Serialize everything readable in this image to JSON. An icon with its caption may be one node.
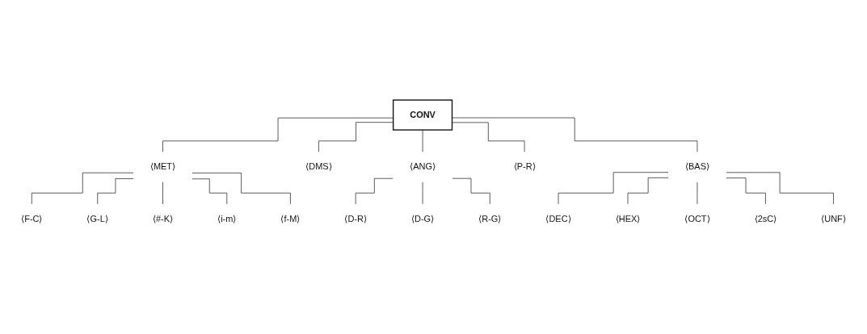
{
  "diagram": {
    "nodes": [
      {
        "text": [
          "CONV"
        ]
      },
      {
        "text": [
          "⟨MET⟩"
        ]
      },
      {
        "text": [
          "⟨DMS⟩"
        ]
      },
      {
        "text": [
          "⟨ANG⟩"
        ]
      },
      {
        "text": [
          "⟨P-R⟩"
        ]
      },
      {
        "text": [
          "⟨BAS⟩"
        ]
      },
      {
        "text": [
          "⟨D-R⟩"
        ]
      },
      {
        "text": [
          "⟨D-G⟩"
        ]
      },
      {
        "text": [
          "⟨R-G⟩"
        ]
      },
      {
        "text": [
          "⟨F-C⟩"
        ]
      },
      {
        "text": [
          "⟨G-L⟩"
        ]
      },
      {
        "text": [
          "⟨#-K⟩"
        ]
      },
      {
        "text": [
          "⟨i-m⟩"
        ]
      },
      {
        "text": [
          "⟨f-M⟩"
        ]
      },
      {
        "text": [
          "⟨DEC⟩"
        ]
      },
      {
        "text": [
          "⟨HEX⟩"
        ]
      },
      {
        "text": [
          "⟨OCT⟩"
        ]
      },
      {
        "text": [
          "⟨2sC⟩"
        ]
      },
      {
        "text": [
          "⟨UNF⟩"
        ]
      }
    ],
    "edges": [
      {
        "from": 0,
        "to": 1,
        "arrow": "none"
      },
      {
        "from": 0,
        "to": 2,
        "arrow": "none"
      },
      {
        "from": 0,
        "to": 3,
        "arrow": "none"
      },
      {
        "from": 0,
        "to": 4,
        "arrow": "none"
      },
      {
        "from": 0,
        "to": 5,
        "arrow": "none"
      },
      {
        "from": 3,
        "to": 6,
        "arrow": "none"
      },
      {
        "from": 3,
        "to": 7,
        "arrow": "none"
      },
      {
        "from": 3,
        "to": 8,
        "arrow": "none"
      },
      {
        "from": 1,
        "to": 9,
        "arrow": "none"
      },
      {
        "from": 1,
        "to": 10,
        "arrow": "none"
      },
      {
        "from": 1,
        "to": 11,
        "arrow": "none"
      },
      {
        "from": 1,
        "to": 12,
        "arrow": "none"
      },
      {
        "from": 1,
        "to": 13,
        "arrow": "none"
      },
      {
        "from": 5,
        "to": 14,
        "arrow": "none"
      },
      {
        "from": 5,
        "to": 15,
        "arrow": "none"
      },
      {
        "from": 5,
        "to": 16,
        "arrow": "none"
      },
      {
        "from": 5,
        "to": 17,
        "arrow": "none"
      },
      {
        "from": 5,
        "to": 18,
        "arrow": "none"
      }
    ]
  }
}
